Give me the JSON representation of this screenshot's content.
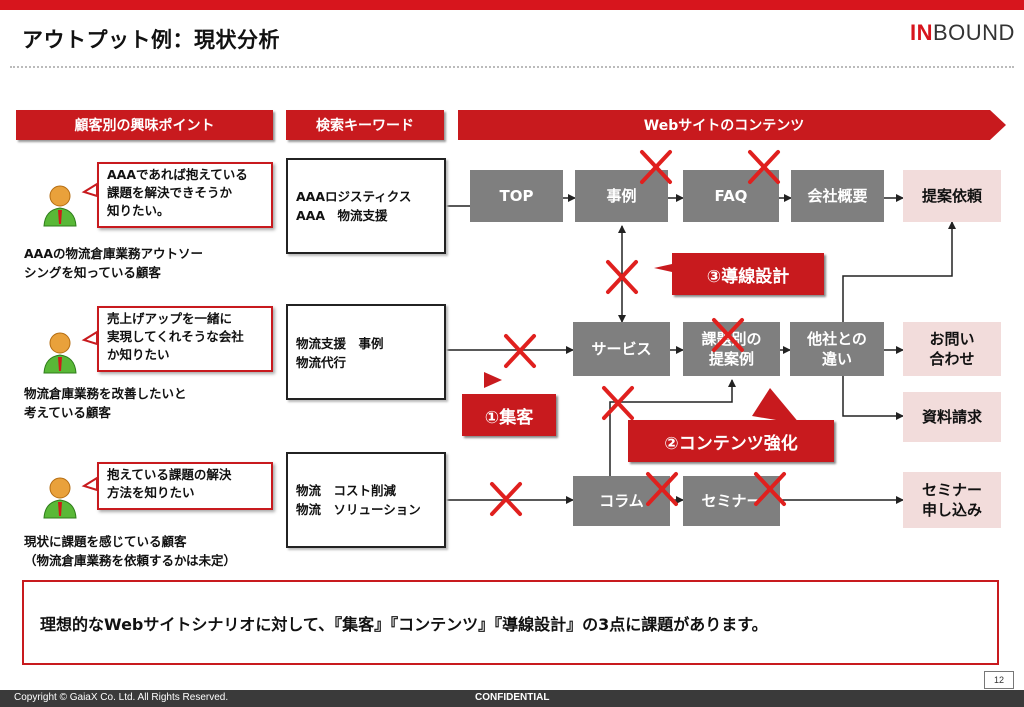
{
  "header": {
    "title": "アウトプット例：現状分析",
    "logo_accent": "IN",
    "logo_rest": "BOUND"
  },
  "columns": {
    "interest": "顧客別の興味ポイント",
    "keywords": "検索キーワード",
    "contents": "Webサイトのコンテンツ"
  },
  "customers": [
    {
      "bubble": [
        "AAAであれば抱えている",
        "課題を解決できそうか",
        "知りたい。"
      ],
      "description": [
        "AAAの物流倉庫業務アウトソー",
        "シングを知っている顧客"
      ],
      "keywords": [
        "AAAロジスティクス",
        "AAA　物流支援"
      ]
    },
    {
      "bubble": [
        "売上げアップを一緒に",
        "実現してくれそうな会社",
        "か知りたい"
      ],
      "description": [
        "物流倉庫業務を改善したいと",
        "考えている顧客"
      ],
      "keywords": [
        "物流支援　事例",
        "物流代行"
      ]
    },
    {
      "bubble": [
        "抱えている課題の解決",
        "方法を知りたい"
      ],
      "description": [
        "現状に課題を感じている顧客",
        "（物流倉庫業務を依頼するかは未定）"
      ],
      "keywords": [
        "物流　コスト削減",
        "物流　ソリューション"
      ]
    }
  ],
  "site_boxes": {
    "top": "TOP",
    "cases": "事例",
    "faq": "FAQ",
    "company": "会社概要",
    "service": "サービス",
    "proposal_1": "課題別の",
    "proposal_2": "提案例",
    "diff_1": "他社との",
    "diff_2": "違い",
    "column": "コラム",
    "seminar": "セミナー"
  },
  "conversions": {
    "proposal_request": "提案依頼",
    "inquiry_1": "お問い",
    "inquiry_2": "合わせ",
    "materials": "資料請求",
    "seminar_1": "セミナー",
    "seminar_2": "申し込み"
  },
  "issues": {
    "attraction": "①集客",
    "content": "②コンテンツ強化",
    "flow": "③導線設計"
  },
  "summary": "理想的なWebサイトシナリオに対して、『集客』『コンテンツ』『導線設計』の3点に課題があります。",
  "footer": {
    "copyright": "Copyright © GaiaX Co. Ltd.  All Rights Reserved.",
    "confidential": "CONFIDENTIAL",
    "page": "12"
  },
  "colors": {
    "brand_red": "#c81a1e",
    "gray_box": "#7f7f7f",
    "pink_box": "#f2dcdb"
  }
}
